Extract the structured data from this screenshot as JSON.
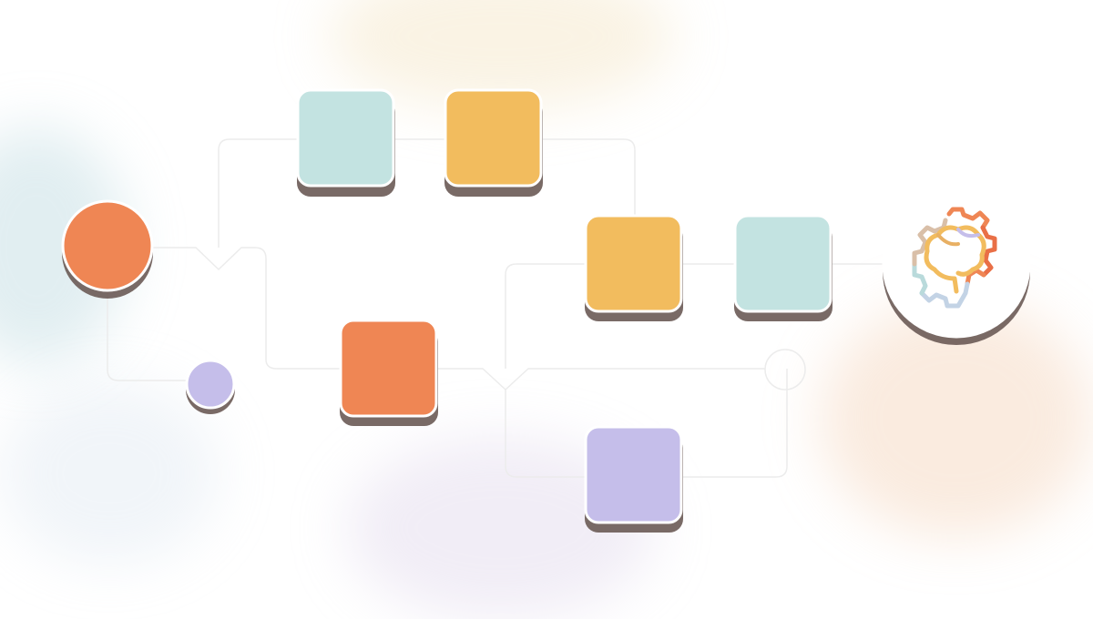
{
  "colors": {
    "orange": "#EF8654",
    "teal": "#C3E3E1",
    "yellow": "#F2BC5E",
    "lavender": "#C5BEEA",
    "connector": "#ECECEC",
    "shadow": "#6A5A55"
  },
  "nodes": [
    {
      "id": "start-circle",
      "shape": "circle",
      "color": "orange"
    },
    {
      "id": "small-circle",
      "shape": "circle",
      "color": "lavender"
    },
    {
      "id": "box-top-teal",
      "shape": "square",
      "color": "teal"
    },
    {
      "id": "box-top-yellow",
      "shape": "square",
      "color": "yellow"
    },
    {
      "id": "box-mid-yellow",
      "shape": "square",
      "color": "yellow"
    },
    {
      "id": "box-mid-teal",
      "shape": "square",
      "color": "teal"
    },
    {
      "id": "box-center-orange",
      "shape": "square",
      "color": "orange"
    },
    {
      "id": "box-bottom-lavender",
      "shape": "square",
      "color": "lavender"
    },
    {
      "id": "end-node",
      "shape": "circle",
      "color": "white",
      "icon": "brain-gear-icon"
    }
  ]
}
